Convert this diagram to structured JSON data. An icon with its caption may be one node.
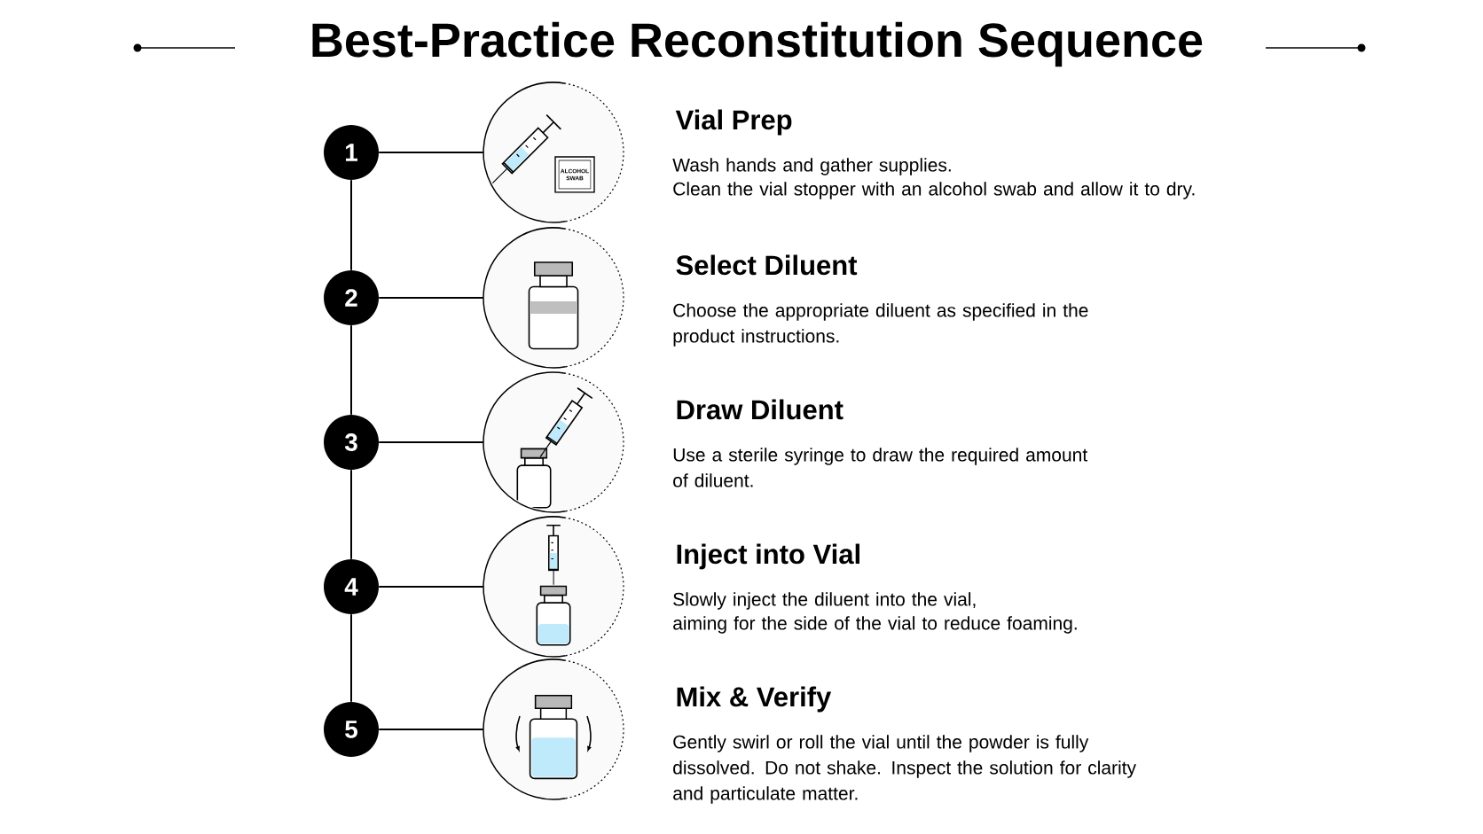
{
  "diagram": {
    "title": "Best-Practice Reconstitution Sequence",
    "nodes": [
      {
        "text": [
          "1"
        ]
      },
      {
        "text": [],
        "shape": "picture",
        "beside": [
          "Vial Prep",
          "Wash hands and gather supplies.",
          "Clean the vial stopper with an alcohol swab and allow it to dry."
        ]
      },
      {
        "text": [
          "2"
        ]
      },
      {
        "text": [],
        "shape": "picture",
        "beside": [
          "Select Diluent",
          "Choose the appropriate diluent as specified in the product instructions."
        ]
      },
      {
        "text": [
          "3"
        ]
      },
      {
        "text": [],
        "shape": "picture",
        "beside": [
          "Draw Diluent",
          "Use a sterile syringe to draw the required amount of diluent."
        ]
      },
      {
        "text": [
          "4"
        ]
      },
      {
        "text": [],
        "shape": "picture",
        "beside": [
          "Inject into Vial",
          "Slowly inject the diluent into the vial,",
          "aiming for the side of the vial to reduce foaming."
        ]
      },
      {
        "text": [
          "5"
        ]
      },
      {
        "text": [],
        "shape": "picture",
        "beside": [
          "Mix & Verify",
          "Gently swirl or roll the vial until the powder is fully dissolved. Do not shake. Inspect the solution for clarity and particulate matter."
        ]
      }
    ],
    "edges": [
      {
        "from": 0,
        "to": 1,
        "arrow": "none"
      },
      {
        "from": 2,
        "to": 3,
        "arrow": "none"
      },
      {
        "from": 4,
        "to": 5,
        "arrow": "none"
      },
      {
        "from": 6,
        "to": 7,
        "arrow": "none"
      },
      {
        "from": 8,
        "to": 9,
        "arrow": "none"
      },
      {
        "from": 0,
        "to": 2,
        "arrow": "none"
      },
      {
        "from": 2,
        "to": 4,
        "arrow": "none"
      },
      {
        "from": 4,
        "to": 6,
        "arrow": "none"
      },
      {
        "from": 6,
        "to": 8,
        "arrow": "none"
      }
    ],
    "labels": [
      "ALCOHOL SWAB"
    ]
  }
}
